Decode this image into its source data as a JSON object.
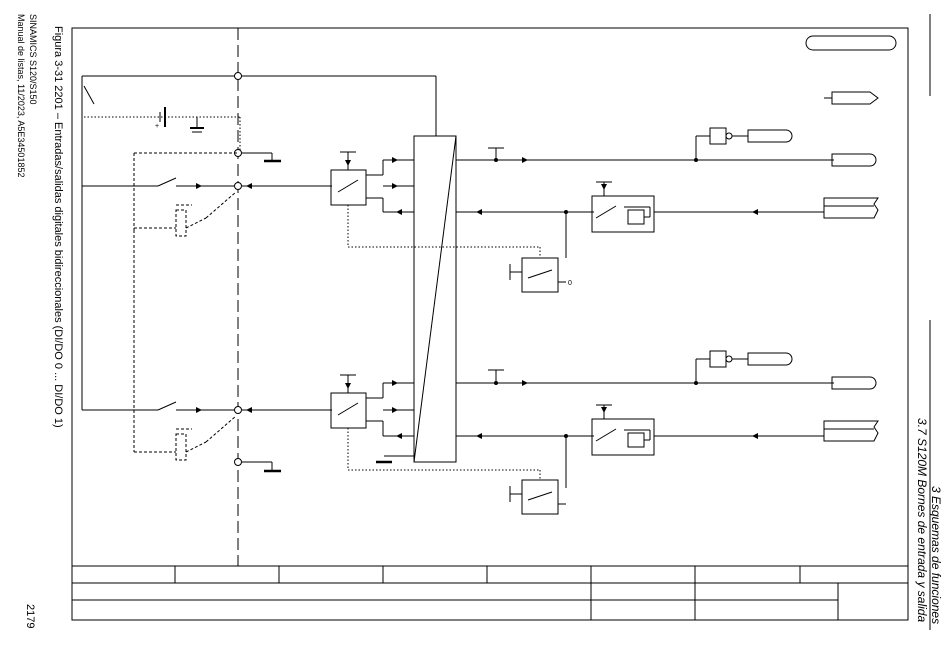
{
  "margin_left": {
    "figure_caption": "Figura 3-31    2201 – Entradas/salidas digitales bidireccionales (DI/DO 0 ... DI/DO 1)",
    "product": "SINAMICS S120/S150",
    "manual": "Manual de listas, 11/2023, A5E34501852",
    "page_number": "2179"
  },
  "margin_right": {
    "chapter": "3 Esquemas de funciones",
    "section": "3.7 S120M Bornes de entrada y salida"
  },
  "diagram": {
    "switch_state_label": "0",
    "plus_label": "+"
  }
}
